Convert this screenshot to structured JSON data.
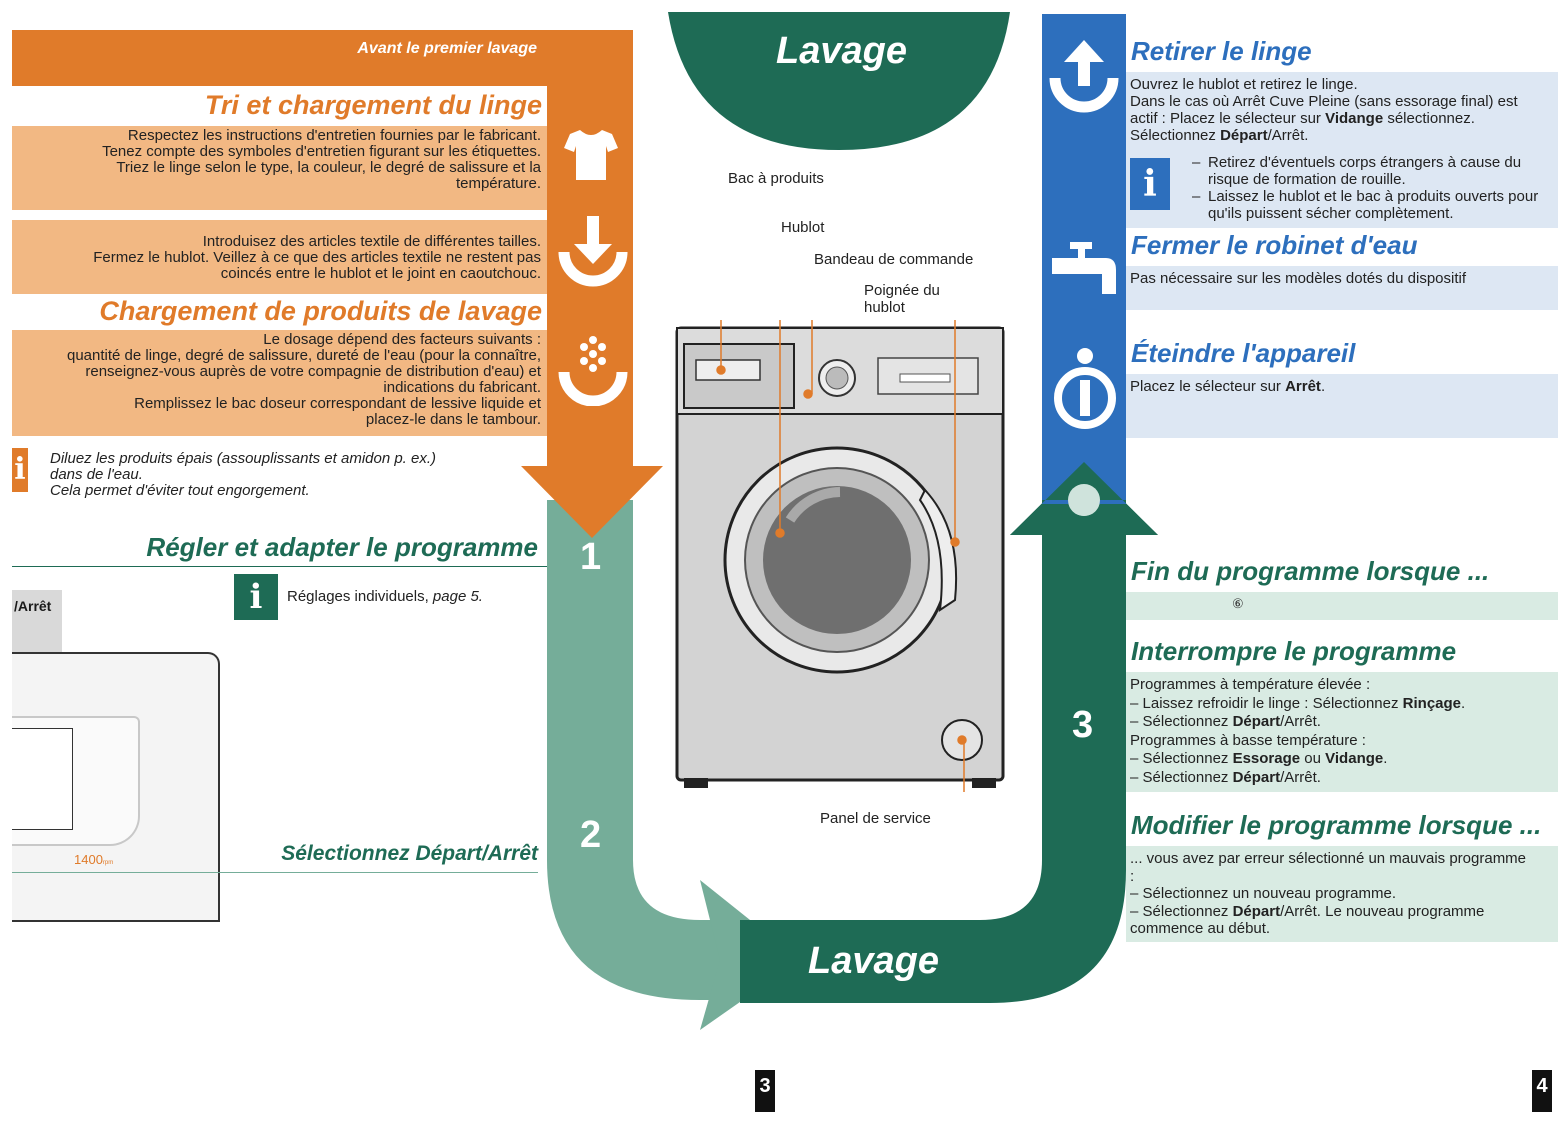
{
  "colors": {
    "orange": "#e07b2a",
    "teal": "#75ad99",
    "dark_green": "#1e6b55",
    "blue": "#2d6fbd"
  },
  "left": {
    "banner": "Avant le premier lavage",
    "sort": {
      "title": "Tri et chargement du linge",
      "lines": [
        "Respectez les instructions d'entretien fournies par le fabricant.",
        "Tenez compte des symboles d'entretien figurant sur les étiquettes.",
        "Triez le linge selon le type, la couleur, le degré de salissure et la",
        "température."
      ]
    },
    "load": {
      "lines": [
        "Introduisez des articles textile de différentes tailles.",
        "Fermez le hublot. Veillez à ce que des articles textile ne restent pas",
        "coincés entre le hublot et le joint en caoutchouc."
      ]
    },
    "detergent": {
      "title": "Chargement de produits de lavage",
      "lines": [
        "Le dosage dépend des facteurs suivants :",
        "quantité de linge, degré de salissure, dureté de l'eau (pour la connaître,",
        "renseignez-vous auprès de votre compagnie de distribution d'eau) et",
        "indications du fabricant.",
        "Remplissez le bac doseur correspondant de lessive liquide et",
        "placez-le dans le tambour."
      ]
    },
    "note_lines": [
      "Diluez les produits épais (assouplissants et amidon p. ex.)",
      "dans de l'eau.",
      "Cela permet d'éviter tout engorgement."
    ],
    "info_glyph": "i",
    "program": {
      "title": "Régler et adapter le programme",
      "info_text": "Réglages individuels, ",
      "info_page": "page 5.",
      "tab_label": "/Arrêt",
      "speed": "1400",
      "speed_unit": "rpm",
      "start": "Sélectionnez Départ/Arrêt"
    }
  },
  "center": {
    "top_title": "Lavage",
    "bottom_title": "Lavage",
    "steps": [
      "1",
      "2",
      "3"
    ],
    "callouts": {
      "bac": "Bac à produits",
      "hublot": "Hublot",
      "bandeau": "Bandeau de commande",
      "poignee": "Poignée du hublot",
      "panel": "Panel de service"
    }
  },
  "right": {
    "retirer": {
      "title": "Retirer le linge",
      "lines": [
        "Ouvrez le hublot et retirez le linge.",
        "Dans le cas où Arrêt Cuve Pleine (sans essorage final) est",
        "actif : Placez le sélecteur sur "
      ],
      "vidange": "Vidange",
      "after_vidange": " sélectionnez.",
      "sel": "Sélectionnez ",
      "depart": "Départ",
      "arret_suffix": "/Arrêt.",
      "bullets": [
        "Retirez d'éventuels corps étrangers à cause du risque de formation de rouille.",
        "Laissez le hublot et le bac à produits ouverts pour qu'ils puissent sécher complètement."
      ]
    },
    "robinet": {
      "title": "Fermer le robinet d'eau",
      "text": "Pas nécessaire sur les modèles dotés du dispositif"
    },
    "eteindre": {
      "title": "Éteindre l'appareil",
      "text": "Placez le sélecteur sur ",
      "bold": "Arrêt",
      "end": "."
    },
    "fin": {
      "title": "Fin du programme lorsque ...",
      "symbol": "⑥"
    },
    "interrompre": {
      "title": "Interrompre le programme",
      "high": "Programmes à température élevée :",
      "h1a": "Laissez refroidir le linge : Sélectionnez ",
      "h1b": "Rinçage",
      "h2a": "Sélectionnez ",
      "h2b": "Départ",
      "h2c": "/Arrêt.",
      "low": "Programmes à basse température :",
      "l1a": "Sélectionnez ",
      "l1b": "Essorage",
      "l1c": " ou ",
      "l1d": "Vidange",
      "l2a": "Sélectionnez ",
      "l2b": "Départ",
      "l2c": "/Arrêt."
    },
    "modifier": {
      "title": "Modifier le programme lorsque ...",
      "intro": "... vous avez par erreur sélectionné un mauvais programme :",
      "b1": "Sélectionnez un nouveau programme.",
      "b2a": "Sélectionnez ",
      "b2b": "Départ",
      "b2c": "/Arrêt. Le nouveau programme commence au début."
    }
  },
  "page_numbers": [
    "3",
    "4"
  ]
}
